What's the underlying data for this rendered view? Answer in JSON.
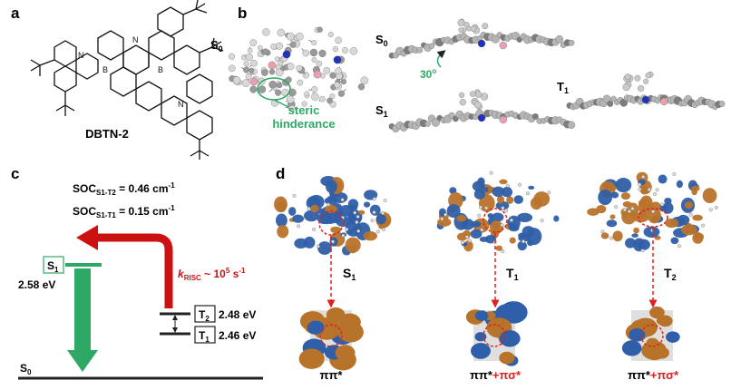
{
  "panels": {
    "a": {
      "letter": "a",
      "molecule_name": "DBTN-2",
      "atoms": {
        "boron": "B",
        "nitrogen": "N"
      }
    },
    "b": {
      "letter": "b",
      "state_S0": {
        "main": "S",
        "sub": "0"
      },
      "steric_label_1": "steric",
      "steric_label_2": "hinderance",
      "side_S0": {
        "main": "S",
        "sub": "0"
      },
      "twist_angle": {
        "value": "30",
        "unit": "o"
      },
      "side_S1": {
        "main": "S",
        "sub": "1"
      },
      "side_T1": {
        "main": "T",
        "sub": "1"
      }
    },
    "c": {
      "letter": "c",
      "soc_1": {
        "prefix": "SOC",
        "sub": "S1-T2",
        "value": " = 0.46 cm",
        "exp": "-1"
      },
      "soc_2": {
        "prefix": "SOC",
        "sub": "S1-T1",
        "value": " = 0.15 cm",
        "exp": "-1"
      },
      "s1": {
        "main": "S",
        "sub": "1",
        "energy": "2.58 eV"
      },
      "t2": {
        "main": "T",
        "sub": "2",
        "energy": "2.48 eV"
      },
      "t1": {
        "main": "T",
        "sub": "1",
        "energy": "2.46 eV"
      },
      "s0": {
        "main": "S",
        "sub": "0"
      },
      "krisc": {
        "k": "k",
        "sub": "RISC",
        "mid": " ~ 10",
        "exp": "5",
        "tail": " s",
        "exp2": "-1"
      },
      "colors": {
        "red": "#cc1111",
        "green": "#2ea865",
        "black": "#222222"
      }
    },
    "d": {
      "letter": "d",
      "columns": [
        {
          "state": {
            "main": "S",
            "sub": "1"
          },
          "orbital": "ππ*",
          "extra": ""
        },
        {
          "state": {
            "main": "T",
            "sub": "1"
          },
          "orbital": "ππ*",
          "extra": "+πσ*"
        },
        {
          "state": {
            "main": "T",
            "sub": "2"
          },
          "orbital": "ππ*",
          "extra": "+πσ*"
        }
      ],
      "colors": {
        "orange": "#b8732b",
        "blue": "#2f5fa8",
        "red": "#e02020"
      }
    }
  }
}
